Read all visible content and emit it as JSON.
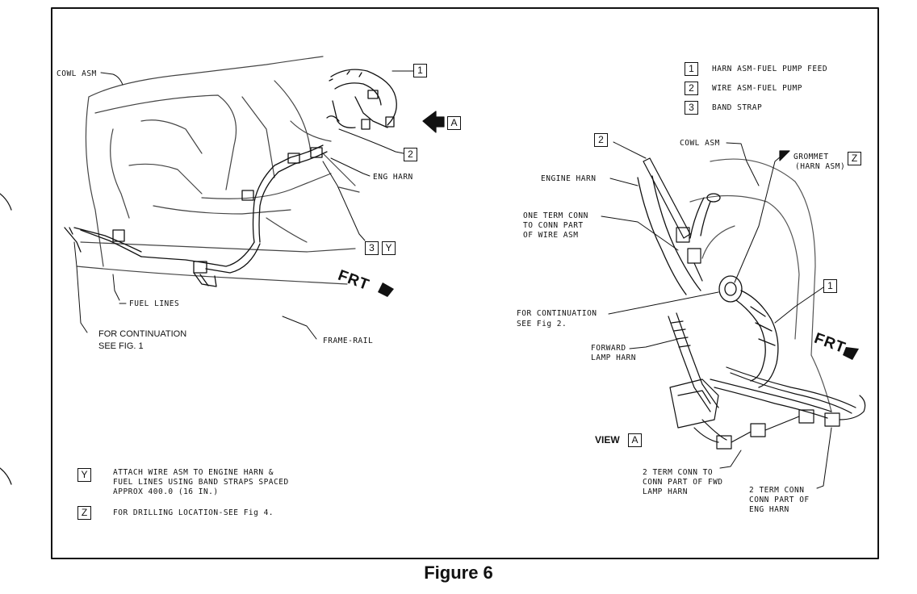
{
  "legend": [
    {
      "num": "1",
      "text": "HARN ASM-FUEL PUMP FEED"
    },
    {
      "num": "2",
      "text": "WIRE ASM-FUEL PUMP"
    },
    {
      "num": "3",
      "text": "BAND STRAP"
    }
  ],
  "left_view": {
    "cowl_asm": "COWL ASM",
    "callout_1": "1",
    "callout_2": "2",
    "callout_3": "3",
    "callout_y": "Y",
    "callout_a": "A",
    "eng_harn": "ENG HARN",
    "fuel_lines": "FUEL LINES",
    "continuation_1": "FOR CONTINUATION",
    "continuation_2": "SEE FIG. 1",
    "frame_rail": "FRAME-RAIL",
    "frt": "FRT"
  },
  "notes": [
    {
      "key": "Y",
      "lines": [
        "ATTACH WIRE ASM TO ENGINE HARN &",
        "FUEL LINES USING BAND STRAPS SPACED",
        "APPROX 400.0 (16 IN.)"
      ]
    },
    {
      "key": "Z",
      "lines": [
        "FOR DRILLING LOCATION-SEE  Fig 4."
      ]
    }
  ],
  "right_view": {
    "callout_2": "2",
    "callout_1": "1",
    "callout_z": "Z",
    "callout_a": "A",
    "cowl_asm": "COWL ASM",
    "grommet_1": "GROMMET",
    "grommet_2": "(HARN ASM)",
    "engine_harn": "ENGINE HARN",
    "one_term_1": "ONE TERM CONN",
    "one_term_2": "TO CONN PART",
    "one_term_3": "OF WIRE ASM",
    "continuation_1": "FOR CONTINUATION",
    "continuation_2": "SEE Fig 2.",
    "forward_1": "FORWARD",
    "forward_2": "LAMP HARN",
    "view_label": "VIEW",
    "two_term_a_1": "2 TERM CONN TO",
    "two_term_a_2": "CONN PART OF FWD",
    "two_term_a_3": "LAMP HARN",
    "two_term_b_1": "2 TERM CONN",
    "two_term_b_2": "CONN PART OF",
    "two_term_b_3": "ENG HARN",
    "frt": "FRT"
  },
  "caption": "Figure 6"
}
